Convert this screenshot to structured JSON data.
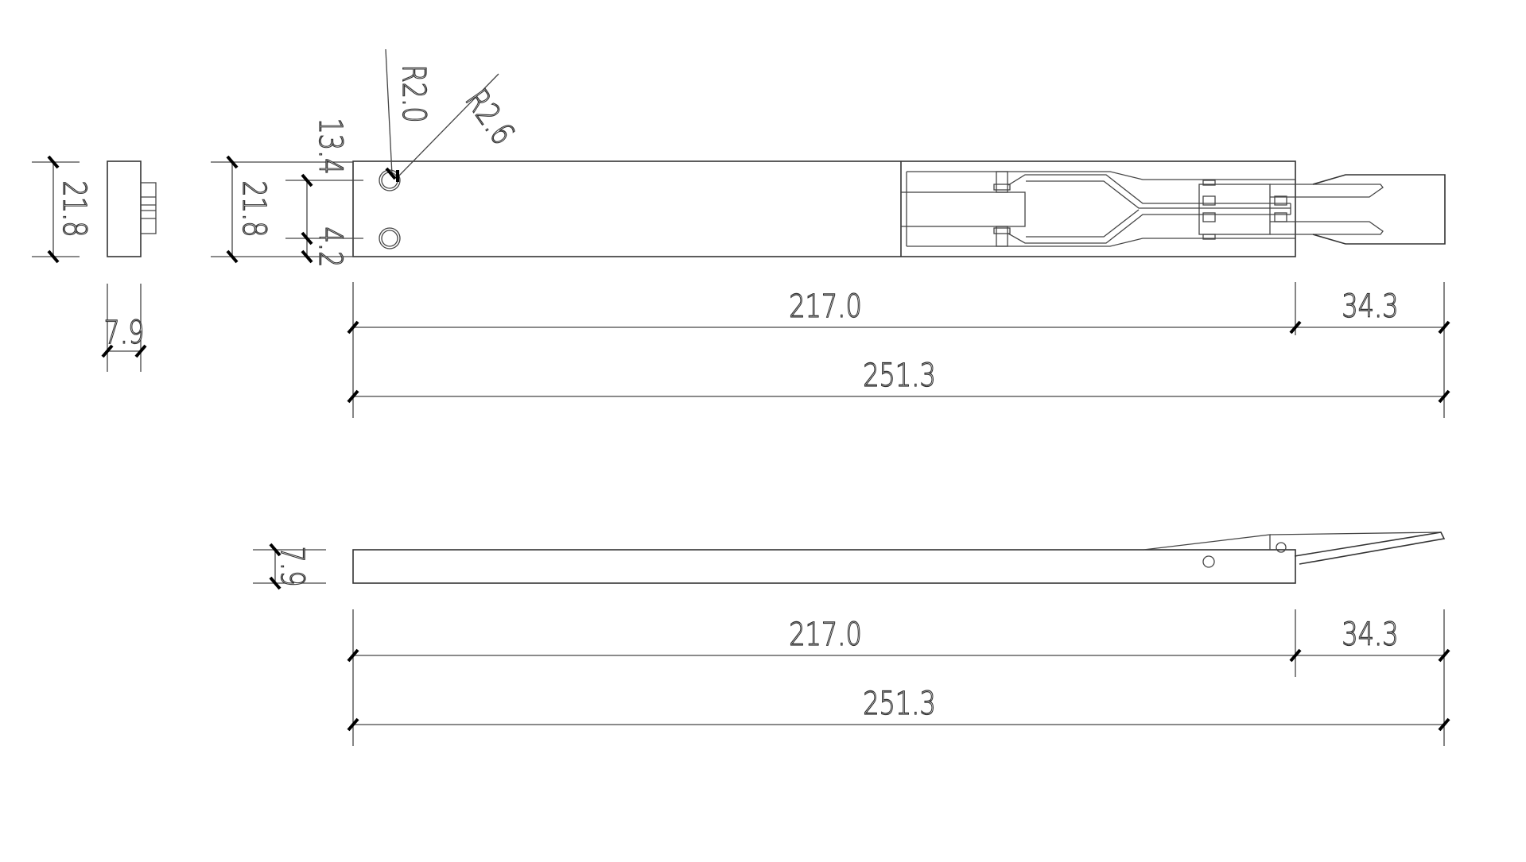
{
  "drawing": {
    "line_color": "#333333",
    "background": "#ffffff",
    "end_view": {
      "height_label": "21.8",
      "thickness_label": "7.9"
    },
    "top_view": {
      "height_label": "21.8",
      "hole_spacing_label": "13.4",
      "hole_offset_label": "4.2",
      "hole_radius_label": "R2.0",
      "hole_outer_radius_label": "R2.6",
      "body_length_label": "217.0",
      "tip_length_label": "34.3",
      "overall_length_label": "251.3"
    },
    "side_view": {
      "thickness_label": "7.9",
      "body_length_label": "217.0",
      "tip_length_label": "34.3",
      "overall_length_label": "251.3"
    }
  }
}
